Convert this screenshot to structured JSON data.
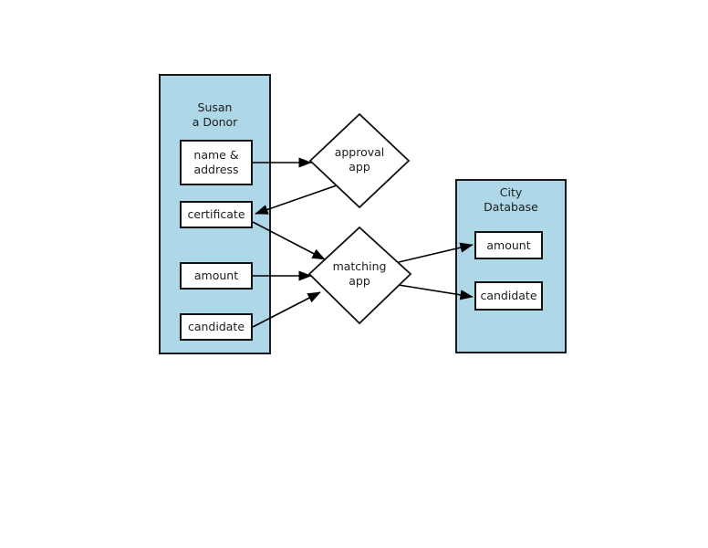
{
  "diagram": {
    "title_visible": false,
    "background_color": "#ffffff",
    "panel_fill": "#aed8e8",
    "panel_stroke": "#1a1a1a",
    "box_fill": "#ffffff",
    "box_stroke": "#111111",
    "line_color": "#000000",
    "panels": [
      {
        "id": "donor",
        "label": "Susan\na Donor",
        "boxes": [
          {
            "id": "donor-name-address",
            "label": "name &\naddress"
          },
          {
            "id": "donor-certificate",
            "label": "certificate"
          },
          {
            "id": "donor-amount",
            "label": "amount"
          },
          {
            "id": "donor-candidate",
            "label": "candidate"
          }
        ]
      },
      {
        "id": "city-database",
        "label": "City\nDatabase",
        "boxes": [
          {
            "id": "city-amount",
            "label": "amount"
          },
          {
            "id": "city-candidate",
            "label": "candidate"
          }
        ]
      }
    ],
    "processes": [
      {
        "id": "approval-app",
        "label": "approval\napp",
        "shape": "diamond"
      },
      {
        "id": "matching-app",
        "label": "matching\napp",
        "shape": "diamond"
      }
    ],
    "flows": [
      {
        "from": "donor-name-address",
        "to": "approval-app"
      },
      {
        "from": "approval-app",
        "to": "donor-certificate"
      },
      {
        "from": "donor-certificate",
        "to": "matching-app"
      },
      {
        "from": "donor-amount",
        "to": "matching-app"
      },
      {
        "from": "donor-candidate",
        "to": "matching-app"
      },
      {
        "from": "matching-app",
        "to": "city-amount"
      },
      {
        "from": "matching-app",
        "to": "city-candidate"
      }
    ]
  }
}
